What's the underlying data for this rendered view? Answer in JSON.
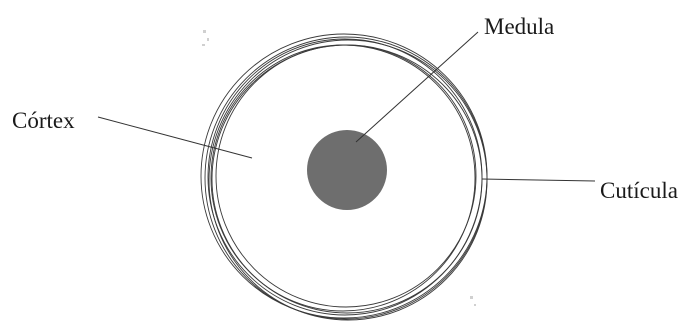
{
  "diagram": {
    "labels": {
      "medula": "Medula",
      "cortex": "Córtex",
      "cuticula": "Cutícula"
    },
    "colors": {
      "medulla_fill": "#6e6e6e",
      "ring_stroke": "#3a3a3a",
      "text": "#1a1a1a",
      "background": "#ffffff"
    }
  }
}
